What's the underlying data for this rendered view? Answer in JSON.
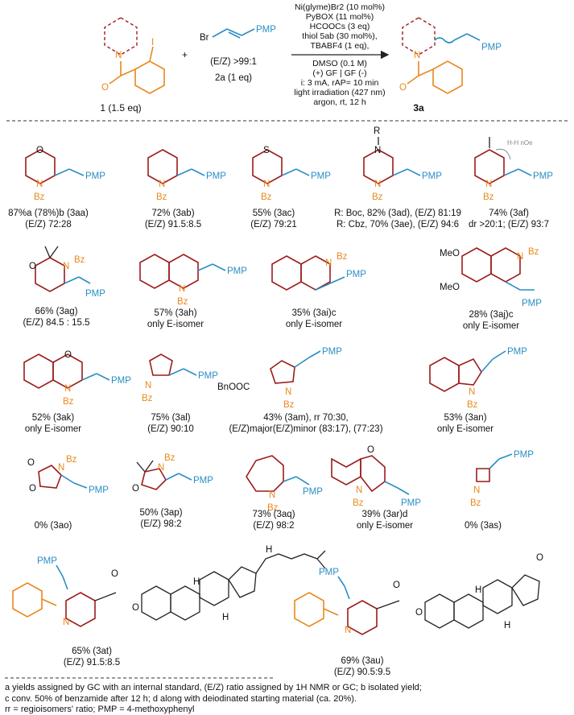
{
  "scheme": {
    "reagent1_label": "1 (1.5 eq)",
    "reagent2_ratio": "(E/Z) >99:1",
    "reagent2_label": "2a (1 eq)",
    "product_label": "3a",
    "plus": "+",
    "br": "Br",
    "iodo": "I",
    "conditions_above": [
      "Ni(glyme)Br2 (10 mol%)",
      "PyBOX (11 mol%)",
      "HCOOCs (3 eq)",
      "thiol 5ab (30 mol%),",
      "TBABF4 (1 eq),"
    ],
    "conditions_below": [
      "DMSO (0.1 M)",
      "(+) GF | GF (-)",
      "i: 3 mA, rAP= 10 min",
      "light irradiation (427 nm)",
      "argon, rt, 12 h"
    ]
  },
  "atoms": {
    "N": "N",
    "O": "O",
    "S": "S",
    "Bz": "Bz",
    "PMP": "PMP",
    "R": "R",
    "OMe": "MeO",
    "H": "H",
    "BnOOC": "BnOOC",
    "H-H nOe": "H-H nOe"
  },
  "entries": [
    {
      "id": "3aa",
      "line1": "87%a (78%)b (3aa)",
      "line2": "(E/Z) 72:28"
    },
    {
      "id": "3ab",
      "line1": "72% (3ab)",
      "line2": "(E/Z) 91.5:8.5"
    },
    {
      "id": "3ac",
      "line1": "55% (3ac)",
      "line2": "(E/Z) 79:21"
    },
    {
      "id": "3ad",
      "line1": "R: Boc, 82% (3ad), (E/Z) 81:19",
      "line2": "R: Cbz, 70% (3ae), (E/Z) 94:6"
    },
    {
      "id": "3af",
      "line1": "74% (3af)",
      "line2": "dr >20:1; (E/Z) 93:7"
    },
    {
      "id": "3ag",
      "line1": "66% (3ag)",
      "line2": "(E/Z) 84.5 : 15.5"
    },
    {
      "id": "3ah",
      "line1": "57% (3ah)",
      "line2": "only E-isomer"
    },
    {
      "id": "3ai",
      "line1": "35% (3ai)c",
      "line2": "only E-isomer"
    },
    {
      "id": "3aj",
      "line1": "28% (3aj)c",
      "line2": "only E-isomer"
    },
    {
      "id": "3ak",
      "line1": "52% (3ak)",
      "line2": "only E-isomer"
    },
    {
      "id": "3al",
      "line1": "75% (3al)",
      "line2": "(E/Z) 90:10"
    },
    {
      "id": "3am",
      "line1": "43% (3am), rr 70:30,",
      "line2": "(E/Z)major(E/Z)minor (83:17), (77:23)"
    },
    {
      "id": "3an",
      "line1": "53% (3an)",
      "line2": "only E-isomer"
    },
    {
      "id": "3ao",
      "line1": "0% (3ao)",
      "line2": ""
    },
    {
      "id": "3ap",
      "line1": "50% (3ap)",
      "line2": "(E/Z) 98:2"
    },
    {
      "id": "3aq",
      "line1": "73% (3aq)",
      "line2": "(E/Z) 98:2"
    },
    {
      "id": "3ar",
      "line1": "39% (3ar)d",
      "line2": "only E-isomer"
    },
    {
      "id": "3as",
      "line1": "0% (3as)",
      "line2": ""
    },
    {
      "id": "3at",
      "line1": "65% (3at)",
      "line2": "(E/Z) 91.5:8.5"
    },
    {
      "id": "3au",
      "line1": "69% (3au)",
      "line2": "(E/Z) 90.5:9.5"
    }
  ],
  "footnotes": [
    "a yields assigned by GC with an internal standard, (E/Z) ratio assigned by 1H NMR or GC; b isolated yield;",
    "c conv. 50% of benzamide after 12 h; d along with deiodinated starting material (ca. 20%).",
    "rr = regioisomers' ratio; PMP = 4-methoxyphenyl"
  ]
}
